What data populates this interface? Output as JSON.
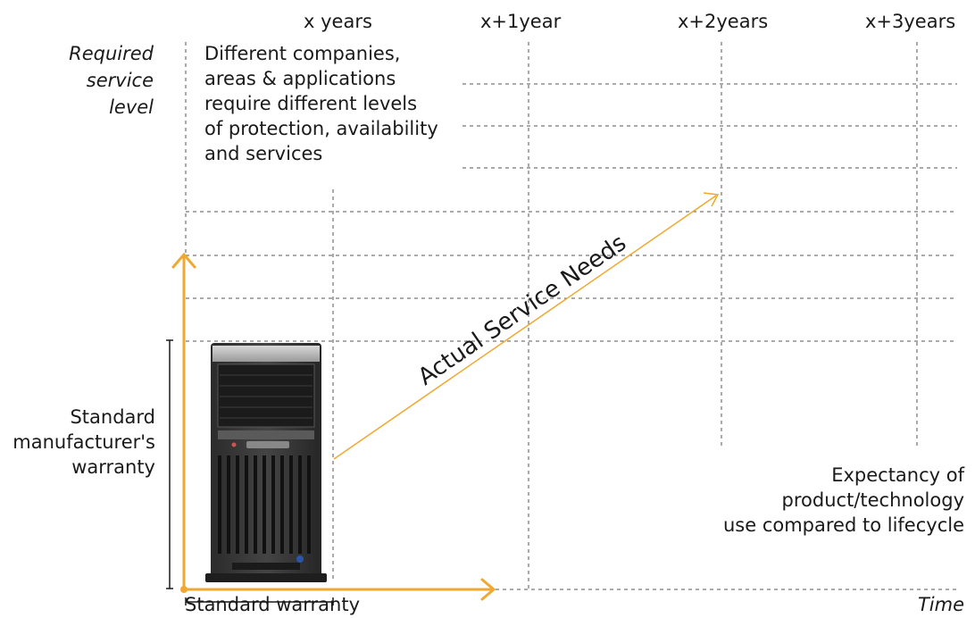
{
  "columns": [
    "x years",
    "x+1year",
    "x+2years",
    "x+3years"
  ],
  "y_axis_label": [
    "Required",
    "service",
    "level"
  ],
  "intro_text": [
    "Different companies,",
    "areas & applications",
    "require different levels",
    "of protection, availability",
    "and services"
  ],
  "trend_label": "Actual Service Needs",
  "warranty_bracket_label": [
    "Standard",
    "manufacturer's",
    "warranty"
  ],
  "expectancy_text": [
    "Expectancy of",
    "product/technology",
    "use compared to lifecycle"
  ],
  "x_bracket_label": "Standard warranty",
  "x_axis_label": "Time",
  "colors": {
    "accent": "#f0a830",
    "grid": "#555555",
    "text": "#1a1a1a"
  },
  "image": {
    "name": "tower-server-picture"
  }
}
